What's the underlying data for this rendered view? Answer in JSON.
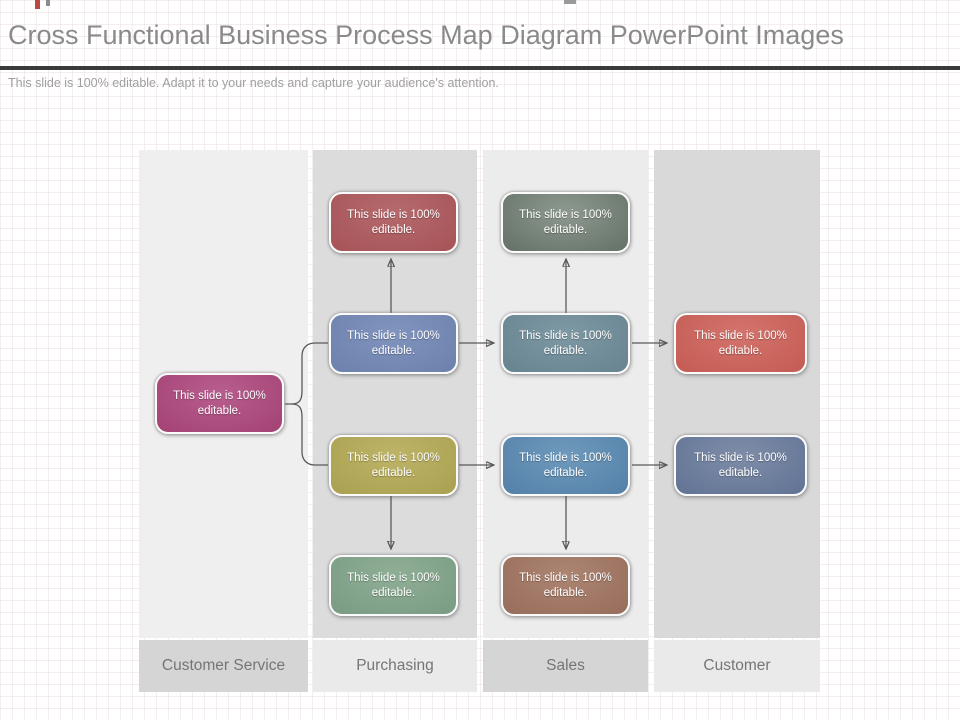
{
  "slide": {
    "title": "Cross Functional Business Process Map Diagram PowerPoint Images",
    "subtitle": "This slide is 100% editable. Adapt it to your needs and capture your audience's attention."
  },
  "diagram": {
    "box_text": "This slide is 100% editable.",
    "lanes": [
      {
        "label": "Customer Service",
        "colors": {
          "body": "#f0eff0",
          "footer": "#d6d5d6"
        }
      },
      {
        "label": "Purchasing",
        "colors": {
          "body": "#dcdcdd",
          "footer": "#ebeaeb"
        }
      },
      {
        "label": "Sales",
        "colors": {
          "body": "#ececed",
          "footer": "#d6d5d6"
        }
      },
      {
        "label": "Customer",
        "colors": {
          "body": "#d9d9da",
          "footer": "#ebeaeb"
        }
      }
    ],
    "boxes": [
      {
        "id": "customer-service-start",
        "lane": "Customer Service",
        "colors": {
          "light": "#b85e8e",
          "dark": "#942f62"
        }
      },
      {
        "id": "purchasing-top",
        "lane": "Purchasing",
        "colors": {
          "light": "#b66a6d",
          "dark": "#9a4348"
        }
      },
      {
        "id": "purchasing-mid",
        "lane": "Purchasing",
        "colors": {
          "light": "#8094be",
          "dark": "#5f73a0"
        }
      },
      {
        "id": "purchasing-lower",
        "lane": "Purchasing",
        "colors": {
          "light": "#beb468",
          "dark": "#9c9240"
        }
      },
      {
        "id": "purchasing-bottom",
        "lane": "Purchasing",
        "colors": {
          "light": "#8fae96",
          "dark": "#6b8f76"
        }
      },
      {
        "id": "sales-top",
        "lane": "Sales",
        "colors": {
          "light": "#8e9a90",
          "dark": "#47544a"
        }
      },
      {
        "id": "sales-mid",
        "lane": "Sales",
        "colors": {
          "light": "#7e99a4",
          "dark": "#567482"
        }
      },
      {
        "id": "sales-lower",
        "lane": "Sales",
        "colors": {
          "light": "#6f9abd",
          "dark": "#3f6e99"
        }
      },
      {
        "id": "sales-bottom",
        "lane": "Sales",
        "colors": {
          "light": "#ad8573",
          "dark": "#875c49"
        }
      },
      {
        "id": "customer-mid",
        "lane": "Customer",
        "colors": {
          "light": "#d3746c",
          "dark": "#b94a43"
        }
      },
      {
        "id": "customer-lower",
        "lane": "Customer",
        "colors": {
          "light": "#7e8da8",
          "dark": "#4d6187"
        }
      }
    ],
    "connector_color": "#5a5a5a"
  },
  "colors": {
    "title_text": "#8a8a8a",
    "subtitle_text": "#9f9fa0",
    "divider": "#3a3a3a",
    "lane_label_text": "#757575",
    "grid_line": "#e8dcdf",
    "background": "#ffffff"
  }
}
